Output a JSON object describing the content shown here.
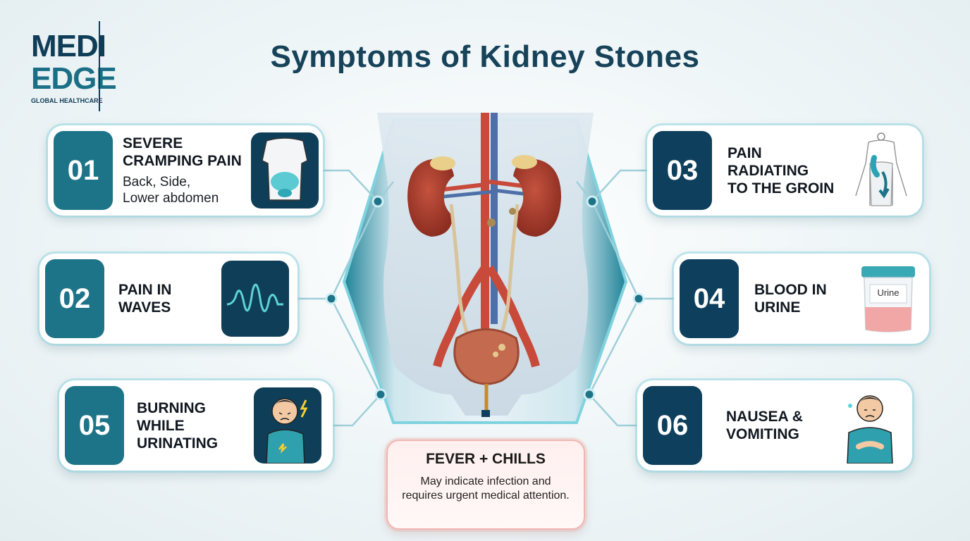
{
  "brand": {
    "line1": "MEDI",
    "line2": "EDGE",
    "tagline": "GLOBAL HEALTHCARE"
  },
  "title": "Symptoms of Kidney Stones",
  "symptoms": [
    {
      "number": "01",
      "title": "SEVERE\nCRAMPING PAIN",
      "subtitle": "Back, Side,\nLower abdomen",
      "icon": "torso-pain-icon"
    },
    {
      "number": "02",
      "title": "PAIN IN\nWAVES",
      "subtitle": "",
      "icon": "pain-wave-icon"
    },
    {
      "number": "03",
      "title": "PAIN\nRADIATING\nTO THE GROIN",
      "subtitle": "",
      "icon": "body-groin-icon"
    },
    {
      "number": "04",
      "title": "BLOOD IN\nURINE",
      "subtitle": "",
      "icon": "urine-cup-icon",
      "icon_text": "Urine"
    },
    {
      "number": "05",
      "title": "BURNING\nWHILE\nURINATING",
      "subtitle": "",
      "icon": "burning-person-icon"
    },
    {
      "number": "06",
      "title": "NAUSEA &\nVOMITING",
      "subtitle": "",
      "icon": "nauseous-person-icon"
    }
  ],
  "callout": {
    "title": "FEVER + CHILLS",
    "text": "May indicate infection and requires urgent medical attention."
  },
  "colors": {
    "title": "#17435a",
    "teal": "#1d7488",
    "navy": "#0e3f5c",
    "callout_border": "#f0b5b0"
  }
}
